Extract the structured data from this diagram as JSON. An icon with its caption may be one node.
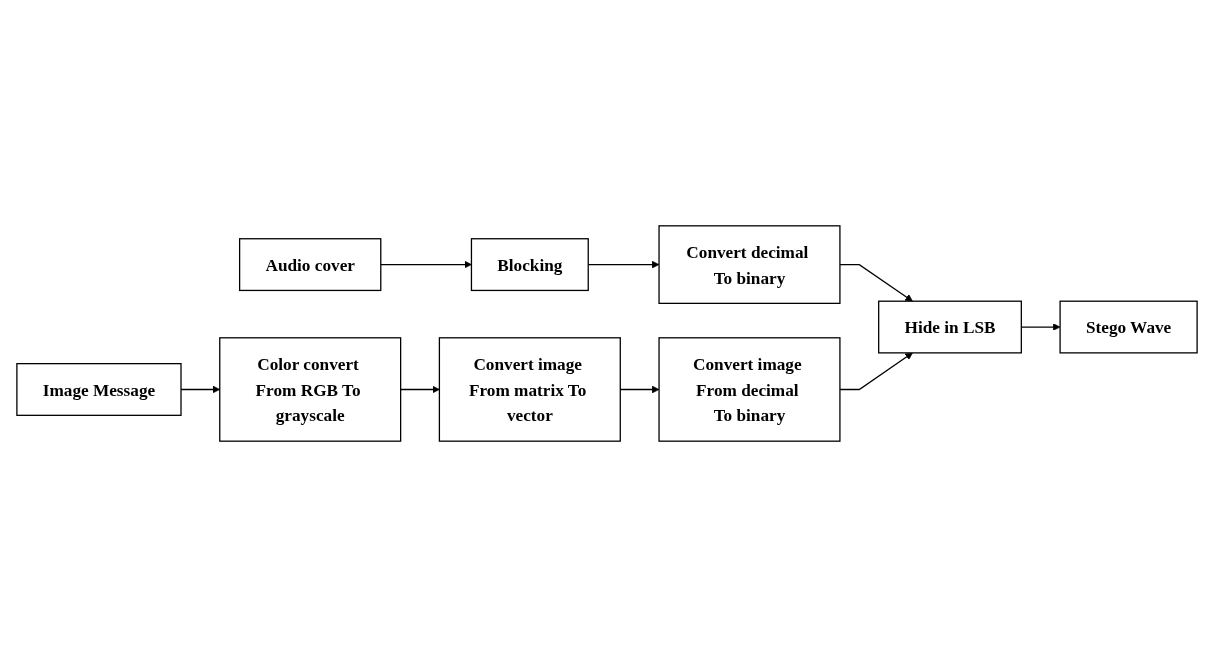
{
  "diagram": {
    "nodes": [
      {
        "text": [
          "Audio cover"
        ]
      },
      {
        "text": [
          "Blocking"
        ]
      },
      {
        "text": [
          "Convert decimal To binary"
        ]
      },
      {
        "text": [
          "Hide in LSB"
        ]
      },
      {
        "text": [
          "Image Message"
        ]
      },
      {
        "text": [
          "Color convert From RGB To grayscale"
        ]
      },
      {
        "text": [
          "Convert image From matrix To vector"
        ]
      },
      {
        "text": [
          "Convert image From decimal To binary"
        ]
      },
      {
        "text": [
          "Stego Wave"
        ]
      }
    ],
    "edges": [
      {
        "from": 0,
        "to": 1,
        "arrow": "to"
      },
      {
        "from": 1,
        "to": 2,
        "arrow": "to"
      },
      {
        "from": 2,
        "to": 3,
        "arrow": "to"
      },
      {
        "from": 4,
        "to": 5,
        "arrow": "to"
      },
      {
        "from": 5,
        "to": 6,
        "arrow": "to"
      },
      {
        "from": 6,
        "to": 7,
        "arrow": "to"
      },
      {
        "from": 7,
        "to": 3,
        "arrow": "to"
      },
      {
        "from": 3,
        "to": 8,
        "arrow": "to"
      }
    ]
  }
}
